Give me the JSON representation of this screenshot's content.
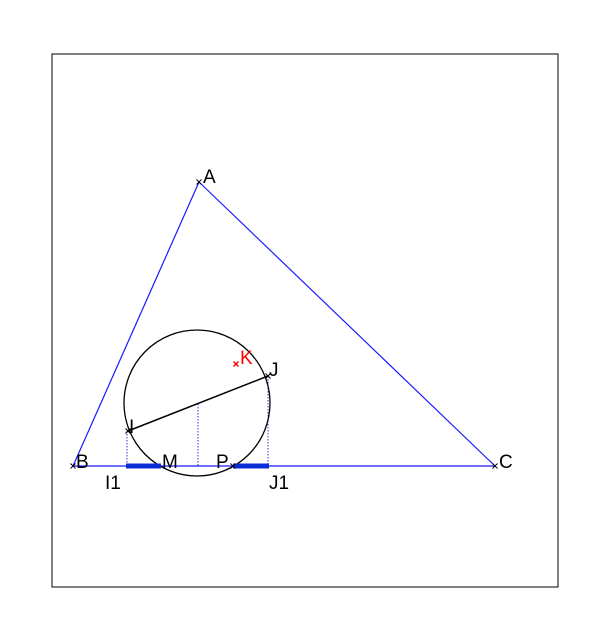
{
  "colors": {
    "triangle": "#1a1aff",
    "circle": "#000000",
    "segment": "#000000",
    "projection": "#0000cc",
    "highlight": "#0a2bd6",
    "marker_K": "#ff0000",
    "label_K": "#ff0000",
    "label_default": "#000000",
    "frame": "#000000"
  },
  "labels": {
    "A": "A",
    "B": "B",
    "C": "C",
    "I": "I",
    "J": "J",
    "K": "K",
    "M": "M",
    "P": "P",
    "I1": "I1",
    "J1": "J1"
  }
}
